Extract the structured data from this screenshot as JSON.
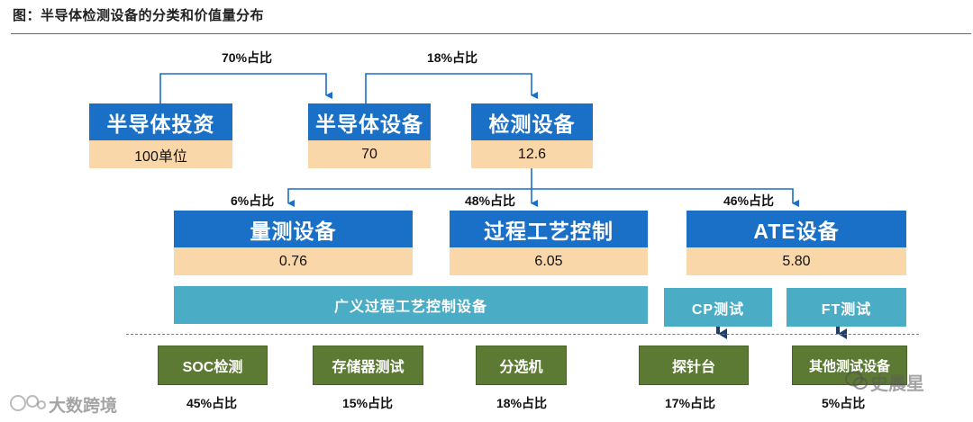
{
  "title": "图：半导体检测设备的分类和价值量分布",
  "level1": {
    "pct_70": "70%占比",
    "pct_18": "18%占比",
    "nodes": [
      {
        "label": "半导体投资",
        "value": "100单位"
      },
      {
        "label": "半导体设备",
        "value": "70"
      },
      {
        "label": "检测设备",
        "value": "12.6"
      }
    ]
  },
  "level2": {
    "pcts": [
      "6%占比",
      "48%占比",
      "46%占比"
    ],
    "nodes": [
      {
        "label": "量测设备",
        "value": "0.76"
      },
      {
        "label": "过程工艺控制",
        "value": "6.05"
      },
      {
        "label": "ATE设备",
        "value": "5.80"
      }
    ]
  },
  "level3": {
    "wide": "广义过程工艺控制设备",
    "cp": "CP测试",
    "ft": "FT测试"
  },
  "level4": {
    "boxes": [
      "SOC检测",
      "存储器测试",
      "分选机",
      "探针台",
      "其他测试设备"
    ],
    "pcts": [
      "45%占比",
      "15%占比",
      "18%占比",
      "17%占比",
      "5%占比"
    ]
  },
  "watermarks": {
    "left": "大数跨境",
    "right": "史晨星"
  },
  "colors": {
    "blue": "#1a6fc6",
    "peach": "#fad7a9",
    "teal": "#4bacc6",
    "green": "#5d7a35",
    "dashed_red": "#e25050"
  }
}
